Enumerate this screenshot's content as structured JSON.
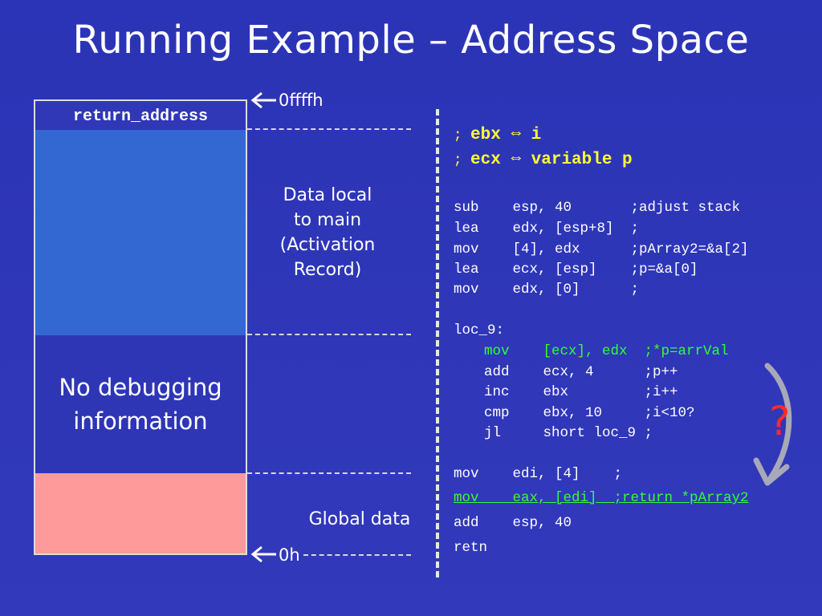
{
  "title": "Running Example – Address Space",
  "memory": {
    "return_address": "return_address",
    "data_local_label": "Data local\nto main\n(Activation\nRecord)",
    "no_debug_label": "No debugging\ninformation",
    "global_label": "Global data",
    "top_addr": "0ffffh",
    "bottom_addr": "0h"
  },
  "code": {
    "comments": [
      {
        "semi": ";",
        "text": "ebx ⇔ i"
      },
      {
        "semi": ";",
        "text": "ecx ⇔ variable p"
      }
    ],
    "block1": [
      "sub    esp, 40       ;adjust stack",
      "lea    edx, [esp+8]  ;",
      "mov    [4], edx      ;pArray2=&a[2]",
      "lea    ecx, [esp]    ;p=&a[0]",
      "mov    edx, [0]      ;"
    ],
    "loop_label": "loc_9:",
    "loop_highlight": "mov    [ecx], edx  ;*p=arrVal",
    "loop_rest": [
      "add    ecx, 4      ;p++",
      "inc    ebx         ;i++",
      "cmp    ebx, 10     ;i<10?",
      "jl     short loc_9 ;"
    ],
    "block3_line1": "mov    edi, [4]    ;",
    "block3_highlight": "mov    eax, [edi]  ;return *pArray2",
    "block3_rest": [
      "add    esp, 40",
      "retn"
    ]
  },
  "question_mark": "?",
  "colors": {
    "background": "#2f36b8",
    "data_local": "#3368d3",
    "global": "#ff9a9a",
    "highlight_yellow": "#ffff33",
    "highlight_green": "#33ff33",
    "question": "#ff2a2a"
  }
}
